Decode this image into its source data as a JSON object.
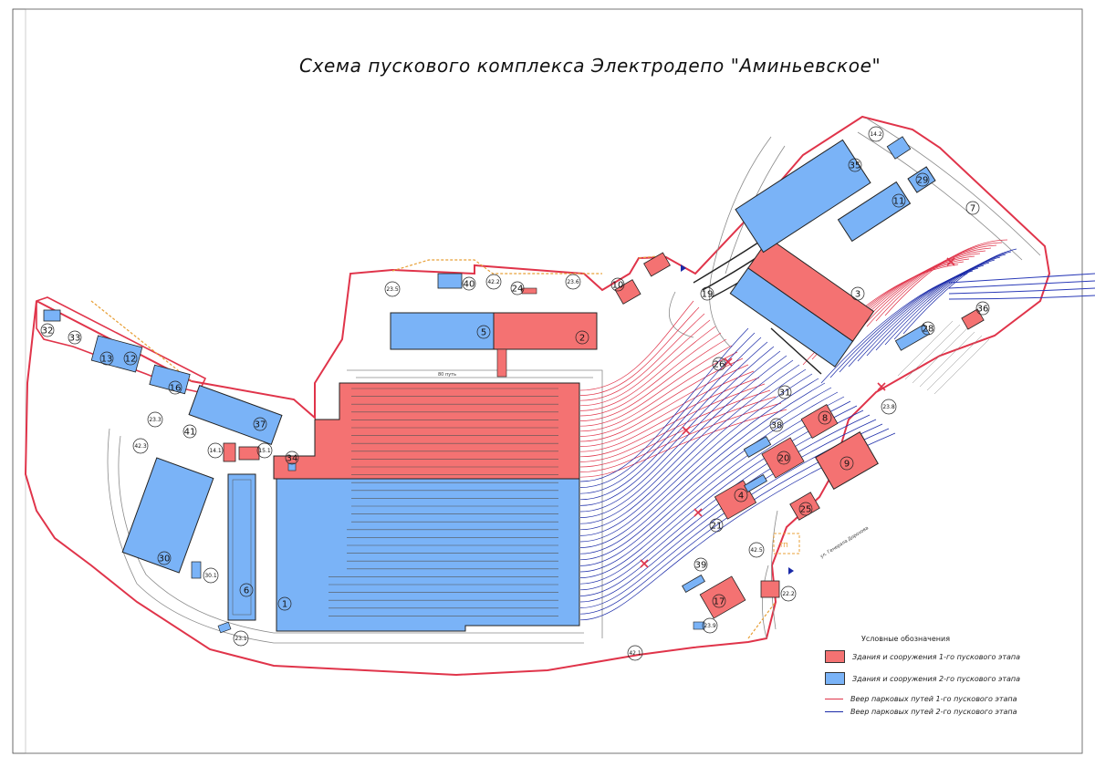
{
  "title": "Схема пускового комплекса Электродепо \"Аминьевское\"",
  "colors": {
    "stage1": "#f47272",
    "stage2": "#7ab3f7",
    "boundary": "#e0344a",
    "track1": "#e0344a",
    "track2": "#1a2aa8",
    "dashed_orange": "#e8a038"
  },
  "legend": {
    "heading": "Условные обозначения",
    "items": [
      {
        "kind": "fill",
        "color": "#f47272",
        "label": "Здания и сооружения 1-го пускового этапа"
      },
      {
        "kind": "fill",
        "color": "#7ab3f7",
        "label": "Здания и сооружения 2-го пускового этапа"
      },
      {
        "kind": "line",
        "color": "#e0344a",
        "label": "Веер парковых путей 1-го пускового этапа"
      },
      {
        "kind": "line",
        "color": "#1a2aa8",
        "label": "Веер парковых путей 2-го пускового этапа"
      }
    ]
  },
  "building_labels": [
    "1",
    "2",
    "3",
    "4",
    "5",
    "6",
    "7",
    "8",
    "9",
    "10",
    "11",
    "12",
    "13",
    "14.1",
    "14.2",
    "15.1",
    "16",
    "17",
    "19",
    "20",
    "21",
    "22.2",
    "23.1",
    "23.3",
    "23.5",
    "23.6",
    "23.8",
    "23.9",
    "24",
    "25",
    "26",
    "28",
    "29",
    "30",
    "30.1",
    "31",
    "32",
    "33",
    "34",
    "35",
    "36",
    "37",
    "38",
    "39",
    "40",
    "41",
    "42.1",
    "42.2",
    "42.3",
    "42.5"
  ],
  "road_labels": {
    "track_label": "80 путь",
    "street": "ул. Генерала Дорохова"
  },
  "misc": {
    "tp_label": "ТП"
  }
}
